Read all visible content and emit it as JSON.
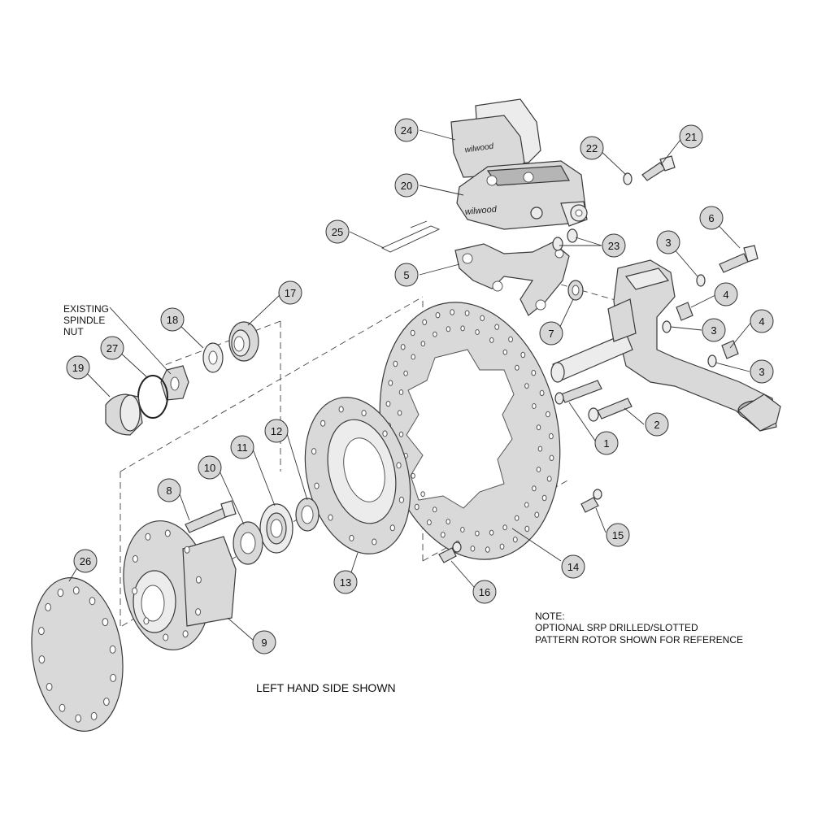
{
  "callouts": {
    "c1": "1",
    "c2": "2",
    "c3a": "3",
    "c3b": "3",
    "c3c": "3",
    "c4a": "4",
    "c4b": "4",
    "c5": "5",
    "c6": "6",
    "c7": "7",
    "c8": "8",
    "c9": "9",
    "c10": "10",
    "c11": "11",
    "c12": "12",
    "c13": "13",
    "c14": "14",
    "c15": "15",
    "c16": "16",
    "c17": "17",
    "c18": "18",
    "c19": "19",
    "c20": "20",
    "c21": "21",
    "c22": "22",
    "c23": "23",
    "c24": "24",
    "c25": "25",
    "c26": "26",
    "c27": "27"
  },
  "labels": {
    "existing_spindle_nut": [
      "EXISTING",
      "SPINDLE",
      "NUT"
    ],
    "note": [
      "NOTE:",
      "OPTIONAL SRP DRILLED/SLOTTED",
      "PATTERN ROTOR SHOWN FOR REFERENCE"
    ],
    "caption": "LEFT HAND SIDE SHOWN",
    "brand": "wilwood"
  }
}
